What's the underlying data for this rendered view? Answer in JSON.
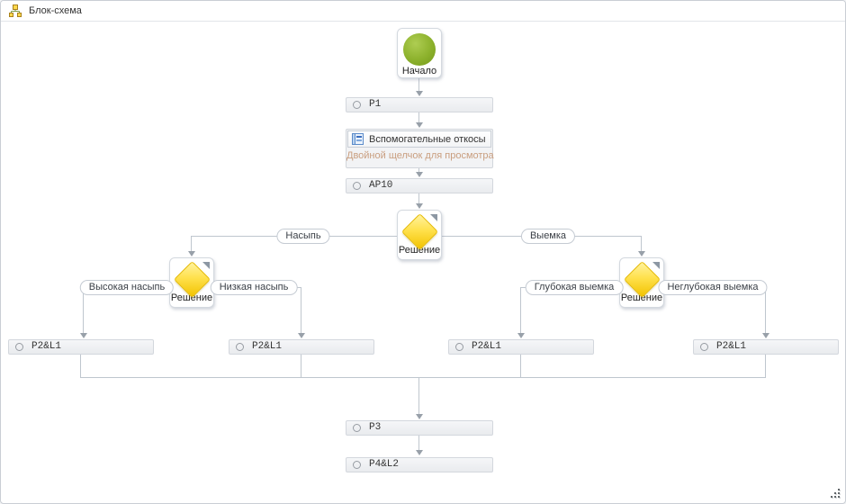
{
  "window": {
    "title": "Блок-схема"
  },
  "icons": {
    "header_icon": "flowchart-icon",
    "process_marker": "circle-outline-icon",
    "subprocess_icon": "form-window-icon",
    "decision_corner": "corner-triangle-icon",
    "resize_grip": "resize-grip-icon"
  },
  "colors": {
    "start_green": "#8cb12c",
    "decision_yellow": "#ffd200",
    "hint_text": "#c99e7f",
    "connector_line": "#bfc6ce",
    "arrow_head": "#98a0a9"
  },
  "flowchart": {
    "start": {
      "label": "Начало"
    },
    "p1": {
      "label": "P1"
    },
    "subprocess": {
      "title": "Вспомогательные откосы",
      "hint": "Двойной щелчок для просмотра"
    },
    "ap10": {
      "label": "AP10"
    },
    "decisions": {
      "main": {
        "label": "Решение"
      },
      "left": {
        "label": "Решение"
      },
      "right": {
        "label": "Решение"
      }
    },
    "branch_labels": {
      "nasyp": "Насыпь",
      "vyemka": "Выемка",
      "vysokaya_nasyp": "Высокая насыпь",
      "nizkaya_nasyp": "Низкая насыпь",
      "glubokaya_vyemka": "Глубокая выемка",
      "neglubokaya_vyemka": "Неглубокая выемка"
    },
    "p2l1": [
      {
        "label": "P2&L1"
      },
      {
        "label": "P2&L1"
      },
      {
        "label": "P2&L1"
      },
      {
        "label": "P2&L1"
      }
    ],
    "p3": {
      "label": "P3"
    },
    "p4l2": {
      "label": "P4&L2"
    }
  }
}
